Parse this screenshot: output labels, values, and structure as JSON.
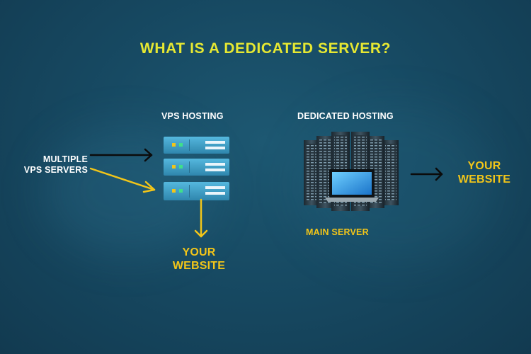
{
  "title": "WHAT IS A DEDICATED SERVER?",
  "vps": {
    "label": "VPS HOSTING",
    "multiple_line1": "MULTIPLE",
    "multiple_line2": "VPS SERVERS",
    "website_line1": "YOUR",
    "website_line2": "WEBSITE"
  },
  "dedicated": {
    "label": "DEDICATED HOSTING",
    "main_server": "MAIN SERVER",
    "website_line1": "YOUR",
    "website_line2": "WEBSITE"
  },
  "colors": {
    "title": "#e6e832",
    "accent_yellow": "#f2c519",
    "background": "#174a63",
    "server_unit": "#3fa1c9"
  }
}
